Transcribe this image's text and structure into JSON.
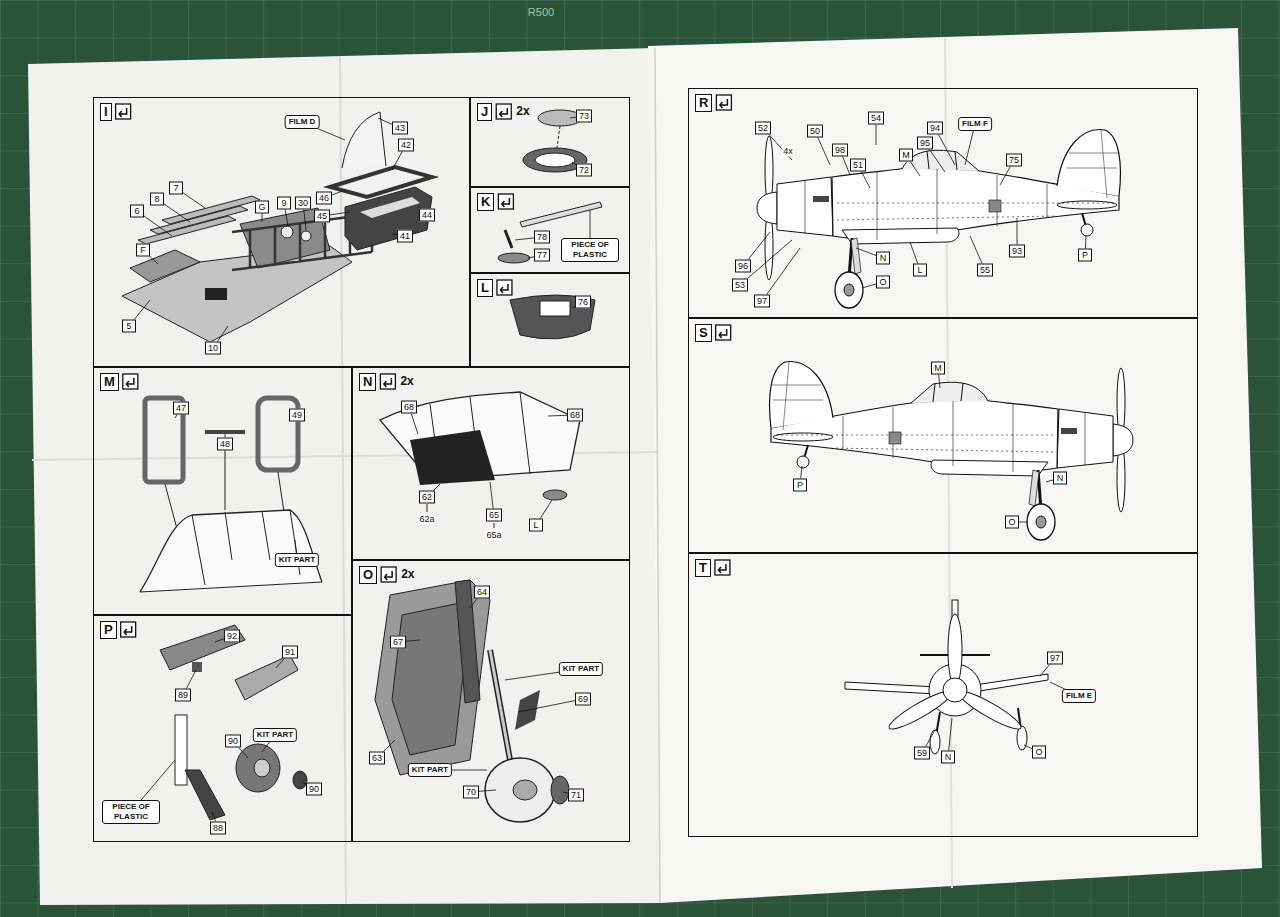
{
  "diagram": {
    "nodes": [
      {
        "text": [
          "I"
        ]
      },
      {
        "text": [
          "J",
          "2x"
        ]
      },
      {
        "text": [
          "K"
        ]
      },
      {
        "text": [
          "L"
        ]
      },
      {
        "text": [
          "M"
        ]
      },
      {
        "text": [
          "N",
          "2x"
        ]
      },
      {
        "text": [
          "O",
          "2x"
        ]
      },
      {
        "text": [
          "P"
        ]
      },
      {
        "text": [
          "R"
        ]
      },
      {
        "text": [
          "S"
        ]
      },
      {
        "text": [
          "T"
        ]
      }
    ],
    "labels": [
      "R500",
      "FILM D",
      "43",
      "42",
      "7",
      "8",
      "6",
      "G",
      "9",
      "30",
      "46",
      "45",
      "44",
      "41",
      "F",
      "5",
      "10",
      "73",
      "72",
      "78",
      "77",
      "PIECE OF PLASTIC",
      "76",
      "47",
      "48",
      "49",
      "KIT PART",
      "68",
      "68",
      "62",
      "62a",
      "65",
      "65a",
      "L",
      "64",
      "67",
      "KIT PART",
      "69",
      "63",
      "KIT PART",
      "70",
      "71",
      "92",
      "91",
      "89",
      "90",
      "KIT PART",
      "90",
      "PIECE OF PLASTIC",
      "88",
      "54",
      "52",
      "4x",
      "50",
      "98",
      "51",
      "94",
      "FILM F",
      "95",
      "M",
      "75",
      "93",
      "96",
      "53",
      "97",
      "N",
      "O",
      "L",
      "55",
      "P",
      "M",
      "P",
      "N",
      "O",
      "97",
      "FILM E",
      "59",
      "N",
      "O"
    ]
  }
}
